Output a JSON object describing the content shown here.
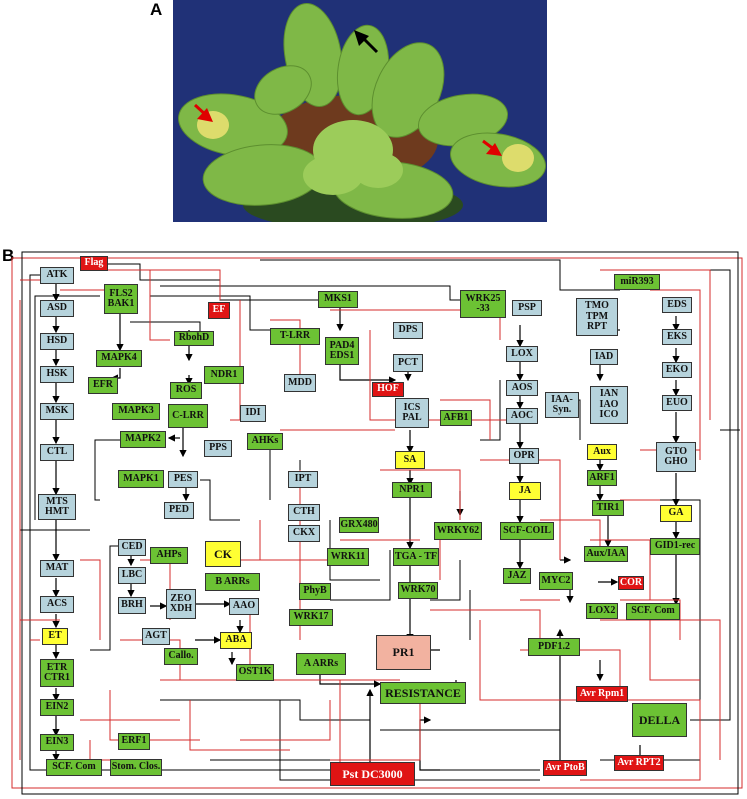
{
  "panels": {
    "a": "A",
    "b": "B"
  },
  "colors": {
    "green": "#6cc234",
    "blue": "#b6d3dc",
    "yellow": "#ffff33",
    "red": "#e01414",
    "pink": "#f2b2a0",
    "activation_edge": "#000000",
    "inhibition_edge": "#d42b2b",
    "photo_background": "#1c2a6e"
  },
  "nodes": {
    "flag": "Flag",
    "atk": "ATK",
    "asd": "ASD",
    "hsd": "HSD",
    "hsk": "HSK",
    "msk": "MSK",
    "ctl": "CTL",
    "mts_hmt": "MTS\nHMT",
    "mat": "MAT",
    "acs": "ACS",
    "et": "ET",
    "etr_ctr1": "ETR\nCTR1",
    "ein2": "EIN2",
    "ein3": "EIN3",
    "scf_com_left": "SCF. Com",
    "fls2_bak1": "FLS2\nBAK1",
    "mapk4": "MAPK4",
    "efr": "EFR",
    "mapk3": "MAPK3",
    "mapk2": "MAPK2",
    "mapk1": "MAPK1",
    "ef": "EF",
    "rbohd": "RbohD",
    "ros": "ROS",
    "ndr1": "NDR1",
    "c_lrr": "C-LRR",
    "mdd": "MDD",
    "idi": "IDI",
    "pps": "PPS",
    "ahks": "AHKs",
    "pes": "PES",
    "ped": "PED",
    "ced": "CED",
    "lbc": "LBC",
    "brh": "BRH",
    "ahps": "AHPs",
    "ck": "CK",
    "b_arrs": "B ARRs",
    "zeo_xdh": "ZEO\nXDH",
    "aao": "AAO",
    "agt": "AGT",
    "aba": "ABA",
    "callo": "Callo.",
    "ost1k": "OST1K",
    "erf1": "ERF1",
    "stom_clos": "Stom. Clos.",
    "mks1": "MKS1",
    "t_lrr": "T-LRR",
    "pad4_eds1": "PAD4\nEDS1",
    "dps": "DPS",
    "pct": "PCT",
    "hof": "HOF",
    "ics_pal": "ICS\nPAL",
    "ipt": "IPT",
    "cth": "CTH",
    "ckx": "CKX",
    "grx480": "GRX480",
    "wrk11": "WRK11",
    "phyb": "PhyB",
    "wrk17": "WRK17",
    "wrk70": "WRK70",
    "tga_tf": "TGA - TF",
    "a_arrs": "A ARRs",
    "pr1": "PR1",
    "resistance": "RESISTANCE",
    "pst_dc3000": "Pst DC3000",
    "wrk25_33": "WRK25\n-33",
    "psp": "PSP",
    "lox": "LOX",
    "aos": "AOS",
    "aoc": "AOC",
    "opr": "OPR",
    "afb1": "AFB1",
    "sa": "SA",
    "npr1": "NPR1",
    "wrky62": "WRKY62",
    "ja": "JA",
    "scf_coil": "SCF-COIL",
    "jaz": "JAZ",
    "myc2": "MYC2",
    "cor": "COR",
    "lox2": "LOX2",
    "pdf1_2": "PDF1.2",
    "avr_rpm1": "Avr Rpm1",
    "avr_ptob": "Avr PtoB",
    "avr_rpt2": "Avr RPT2",
    "della": "DELLA",
    "tmo_tpm_rpt": "TMO\nTPM\nRPT",
    "iad": "IAD",
    "iaa_syn": "IAA-\nSyn.",
    "ian_iao_ico": "IAN\nIAO\nICO",
    "aux": "Aux",
    "arf1": "ARF1",
    "tir1": "TIR1",
    "aux_iaa": "Aux/IAA",
    "mir393": "miR393",
    "eds": "EDS",
    "eks": "EKS",
    "eko": "EKO",
    "euo": "EUO",
    "gto_gho": "GTO\nGHO",
    "ga": "GA",
    "gid1_rec": "GID1-rec",
    "scf_com_right": "SCF. Com"
  }
}
